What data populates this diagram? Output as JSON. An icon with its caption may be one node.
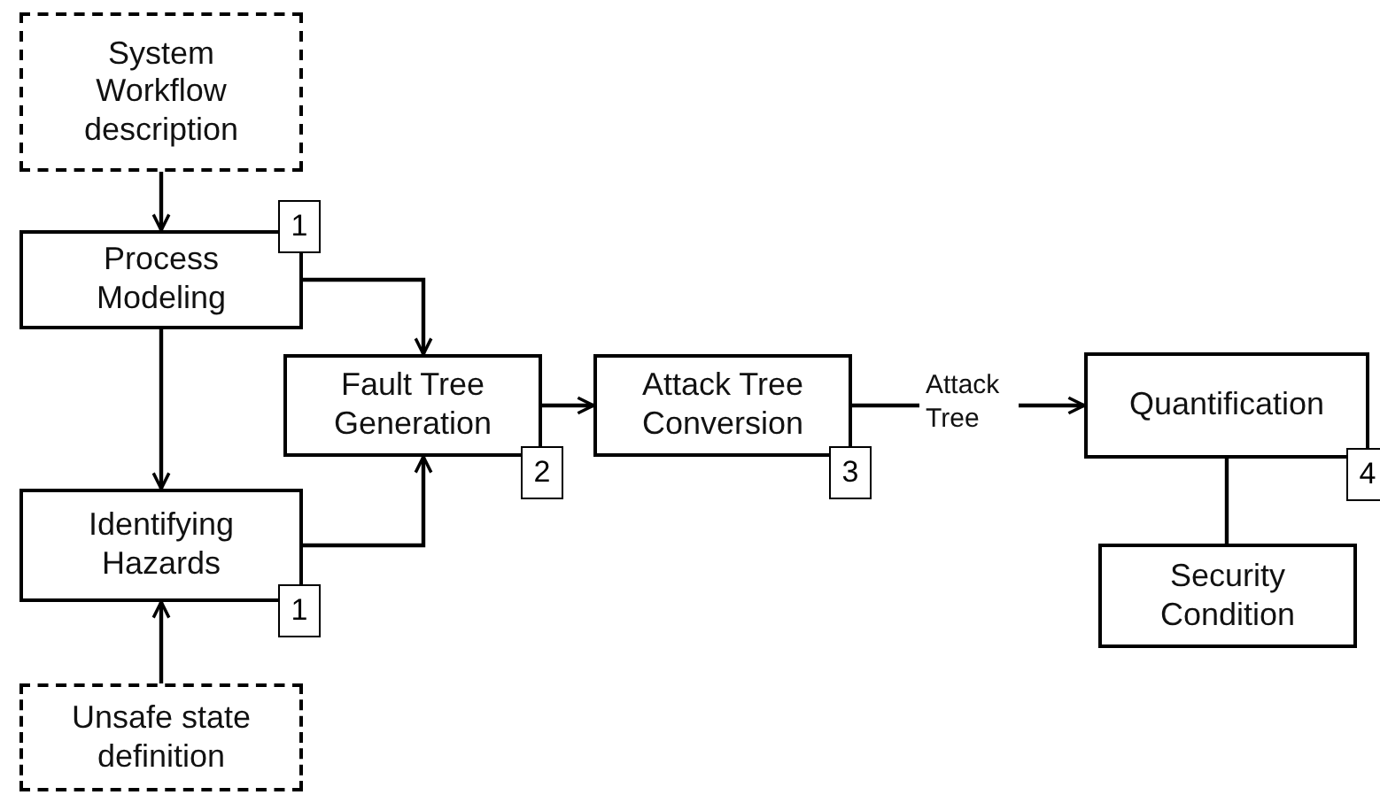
{
  "diagram": {
    "nodes": [
      {
        "text": [
          "System Workflow description"
        ]
      },
      {
        "text": [
          "Process Modeling"
        ],
        "beside": [
          "1"
        ]
      },
      {
        "text": [
          "Identifying Hazards"
        ],
        "beside": [
          "1"
        ]
      },
      {
        "text": [
          "Unsafe state definition"
        ]
      },
      {
        "text": [
          "Fault Tree Generation"
        ],
        "beside": [
          "2"
        ]
      },
      {
        "text": [
          "Attack Tree Conversion"
        ],
        "beside": [
          "3"
        ]
      },
      {
        "text": [
          "Quantification"
        ],
        "beside": [
          "4"
        ]
      },
      {
        "text": [
          "Security Condition"
        ]
      }
    ],
    "edges": [
      {
        "from": 0,
        "to": 1,
        "arrow": "to"
      },
      {
        "from": 1,
        "to": 4,
        "arrow": "to"
      },
      {
        "from": 1,
        "to": 2,
        "arrow": "to"
      },
      {
        "from": 2,
        "to": 4,
        "arrow": "to"
      },
      {
        "from": 3,
        "to": 2,
        "arrow": "to"
      },
      {
        "from": 4,
        "to": 5,
        "arrow": "to"
      },
      {
        "from": 5,
        "to": 6,
        "label": "Attack Tree",
        "arrow": "to"
      },
      {
        "from": 6,
        "to": 7,
        "arrow": "none"
      }
    ]
  }
}
